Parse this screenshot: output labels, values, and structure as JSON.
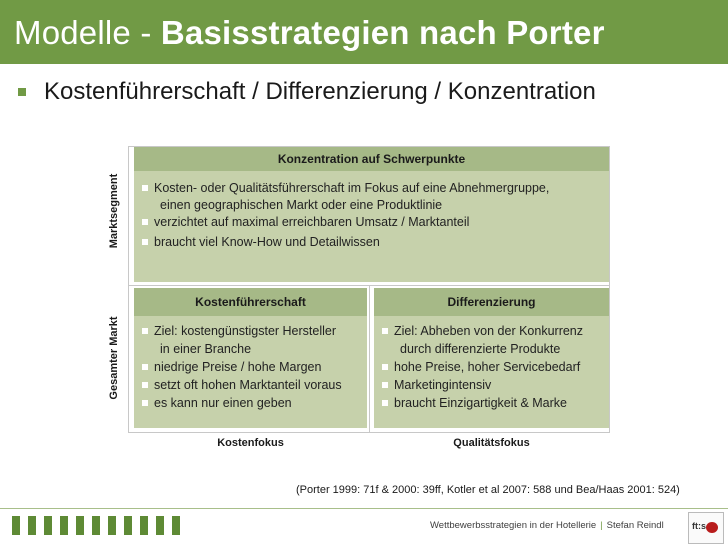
{
  "header": {
    "title_light": "Modelle - ",
    "title_bold": "Basisstrategien nach Porter"
  },
  "subtitle": "Kostenführerschaft / Differenzierung / Konzentration",
  "matrix": {
    "row_labels": {
      "top": "Marktsegment",
      "bottom": "Gesamter Markt"
    },
    "top_panel": {
      "title": "Konzentration auf Schwerpunkte",
      "items": [
        {
          "text": "Kosten- oder Qualitätsführerschaft im Fokus auf eine Abnehmergruppe,",
          "bullet": true
        },
        {
          "text": "einen geographischen Markt oder eine Produktlinie",
          "bullet": false
        },
        {
          "text": "verzichtet auf maximal erreichbaren Umsatz / Marktanteil",
          "bullet": true
        },
        {
          "text": "braucht viel Know-How und Detailwissen",
          "bullet": true
        }
      ]
    },
    "left_panel": {
      "title": "Kostenführerschaft",
      "items": [
        {
          "text": "Ziel: kostengünstigster Hersteller",
          "bullet": true
        },
        {
          "text": "in einer Branche",
          "bullet": false
        },
        {
          "text": "niedrige Preise / hohe Margen",
          "bullet": true
        },
        {
          "text": "setzt oft hohen Marktanteil voraus",
          "bullet": true
        },
        {
          "text": "es kann nur einen geben",
          "bullet": true
        }
      ]
    },
    "right_panel": {
      "title": "Differenzierung",
      "items": [
        {
          "text": "Ziel: Abheben von der Konkurrenz",
          "bullet": true
        },
        {
          "text": "durch differenzierte Produkte",
          "bullet": false
        },
        {
          "text": "hohe Preise, hoher Servicebedarf",
          "bullet": true
        },
        {
          "text": "Marketingintensiv",
          "bullet": true
        },
        {
          "text": "braucht Einzigartigkeit & Marke",
          "bullet": true
        }
      ]
    },
    "column_labels": {
      "left": "Kostenfokus",
      "right": "Qualitätsfokus"
    }
  },
  "citation": "(Porter 1999: 71f & 2000: 39ff, Kotler et al 2007: 588 und Bea/Haas 2001: 524)",
  "footer": {
    "text_left": "Wettbewerbsstrategien in der Hotellerie",
    "separator": "|",
    "text_right": "Stefan Reindl",
    "logo_text": "ft:s",
    "bar_count": 11
  },
  "colors": {
    "accent": "#719a45",
    "panel_header": "#a6b987",
    "panel_body": "#c6d1ab",
    "footer_bars": "#5e8a35"
  }
}
